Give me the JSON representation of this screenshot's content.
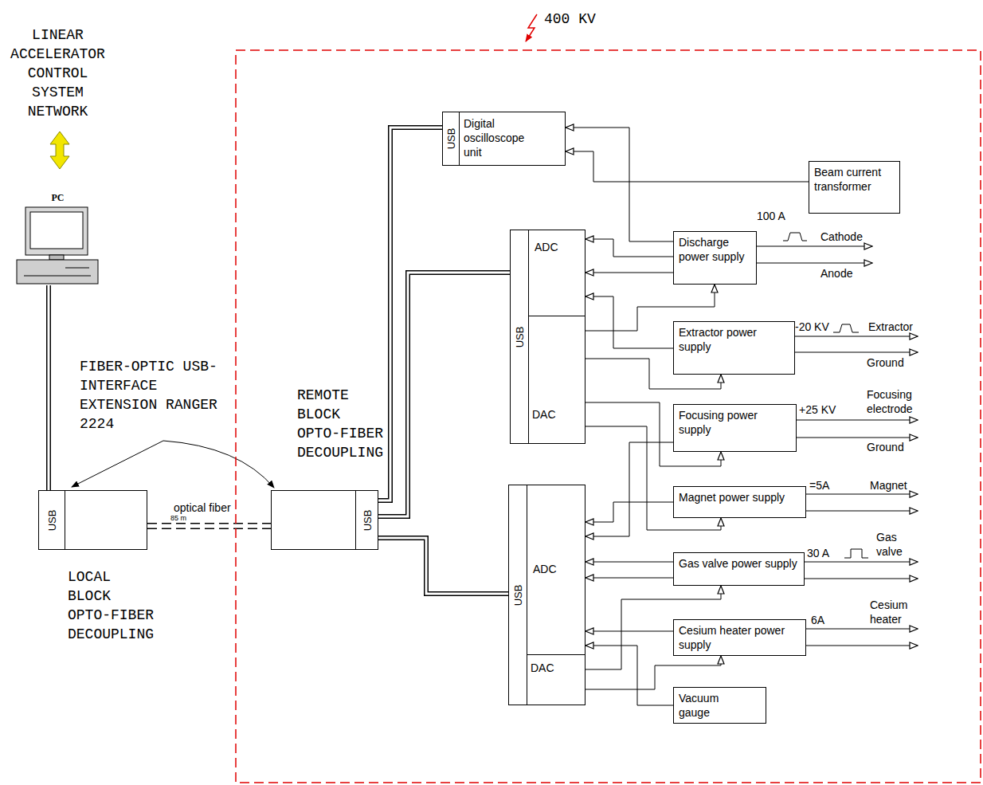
{
  "diagram": {
    "nodes": [
      {
        "text": [
          "PC"
        ]
      },
      {
        "text": [
          "USB",
          "LOCAL BLOCK OPTO-FIBER DECOUPLING"
        ]
      },
      {
        "text": [
          "400 KV"
        ]
      },
      {
        "text": [
          "REMOTE BLOCK OPTO-FIBER DECOUPLING",
          "USB"
        ],
        "in": 2
      },
      {
        "text": [
          "USB",
          "Digital oscilloscope unit"
        ],
        "in": 2
      },
      {
        "text": [
          "Beam current transformer"
        ],
        "in": 2
      },
      {
        "text": [
          "USB",
          "ADC",
          "DAC"
        ],
        "in": 2
      },
      {
        "text": [
          "Discharge power supply"
        ],
        "in": 2
      },
      {
        "text": [
          "Extractor power supply"
        ],
        "in": 2
      },
      {
        "text": [
          "Focusing power supply"
        ],
        "in": 2
      },
      {
        "text": [
          "Magnet power supply"
        ],
        "in": 2
      },
      {
        "text": [
          "Gas valve power supply"
        ],
        "in": 2
      },
      {
        "text": [
          "Cesium heater power supply"
        ],
        "in": 2
      },
      {
        "text": [
          "USB",
          "ADC",
          "DAC"
        ],
        "in": 2
      },
      {
        "text": [
          "Vacuum gauge"
        ],
        "in": 2
      }
    ],
    "edges": [
      {
        "from": 0,
        "to": 1,
        "arrow": "none"
      },
      {
        "from": 1,
        "to": 3,
        "label": "optical fiber",
        "arrow": "none"
      },
      {
        "from": 3,
        "to": 4,
        "arrow": "none"
      },
      {
        "from": 3,
        "to": 6,
        "arrow": "none"
      },
      {
        "from": 3,
        "to": 13,
        "arrow": "none"
      },
      {
        "from": 5,
        "to": 4,
        "arrow": "to"
      },
      {
        "from": 7,
        "to": 4,
        "arrow": "to"
      },
      {
        "from": 7,
        "to": 6,
        "arrow": "to"
      },
      {
        "from": 7,
        "to": 6,
        "arrow": "to"
      },
      {
        "from": 8,
        "to": 6,
        "arrow": "to"
      },
      {
        "from": 6,
        "to": 7,
        "arrow": "to"
      },
      {
        "from": 6,
        "to": 8,
        "arrow": "to"
      },
      {
        "from": 6,
        "to": 9,
        "arrow": "to"
      },
      {
        "from": 6,
        "to": 10,
        "arrow": "to"
      },
      {
        "from": 9,
        "to": 13,
        "arrow": "to"
      },
      {
        "from": 10,
        "to": 13,
        "arrow": "to"
      },
      {
        "from": 11,
        "to": 13,
        "arrow": "to"
      },
      {
        "from": 11,
        "to": 13,
        "arrow": "to"
      },
      {
        "from": 12,
        "to": 13,
        "arrow": "to"
      },
      {
        "from": 14,
        "to": 13,
        "arrow": "to"
      },
      {
        "from": 13,
        "to": 11,
        "arrow": "to"
      },
      {
        "from": 13,
        "to": 12,
        "arrow": "to"
      }
    ],
    "labels": [
      "LINEAR ACCELERATOR CONTROL SYSTEM NETWORK",
      "FIBER-OPTIC USB-INTERFACE EXTENSION RANGER 2224",
      "85 m",
      "100 A",
      "Cathode",
      "Anode",
      "-20 KV",
      "Extractor",
      "Ground",
      "Focusing electrode",
      "+25 KV",
      "Ground",
      "=5A",
      "Magnet",
      "30 A",
      "Gas valve",
      "6A",
      "Cesium heater"
    ]
  }
}
